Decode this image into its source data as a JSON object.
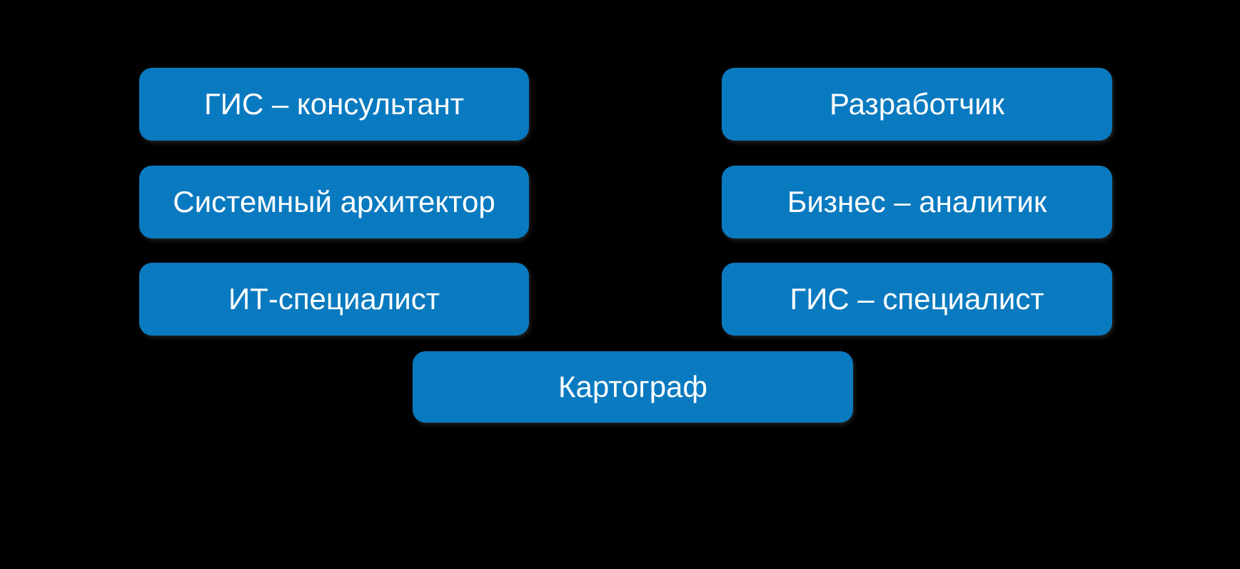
{
  "diagram": {
    "background_color": "#000000",
    "box_color": "#0a7ac0",
    "text_color": "#ffffff",
    "left_column": [
      {
        "label": "ГИС – консультант"
      },
      {
        "label": "Системный архитектор"
      },
      {
        "label": "ИТ-специалист"
      }
    ],
    "right_column": [
      {
        "label": "Разработчик"
      },
      {
        "label": "Бизнес – аналитик"
      },
      {
        "label": "ГИС – специалист"
      }
    ],
    "bottom": {
      "label": "Картограф"
    }
  }
}
